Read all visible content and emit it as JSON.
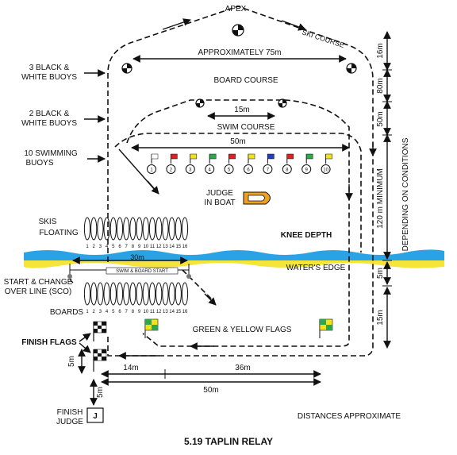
{
  "labels": {
    "apex": "APEX",
    "ski_course": "SKI COURSE",
    "approx_75m": "APPROXIMATELY 75m",
    "board_course": "BOARD COURSE",
    "m15_board": "15m",
    "swim_course": "SWIM COURSE",
    "m50_swim": "50m",
    "judge_boat_1": "JUDGE",
    "judge_boat_2": "IN BOAT",
    "knee_depth": "KNEE DEPTH",
    "waters_edge": "WATER'S EDGE",
    "m30": "30m",
    "swim_board_start": "SWIM & BOARD START",
    "green_yellow_flags": "GREEN & YELLOW FLAGS",
    "m14": "14m",
    "m36": "36m",
    "m50_bottom": "50m",
    "m5_finish": "5m",
    "m5_judge": "5m",
    "finish_judge_1": "FINISH",
    "finish_judge_2": "JUDGE",
    "judge_letter": "J",
    "distances_approx": "DISTANCES APPROXIMATE",
    "caption": "5.19 TAPLIN RELAY",
    "depending": "DEPENDING ON CONDITIONS",
    "right_16m": "16m",
    "right_80m": "80m",
    "right_50m": "50m",
    "right_120m": "120 m MINIMUM",
    "right_5m": "5m",
    "right_15m": "15m"
  },
  "left_labels": {
    "black_white_3_1": "3 BLACK &",
    "black_white_3_2": "WHITE BUOYS",
    "black_white_2_1": "2 BLACK &",
    "black_white_2_2": "WHITE BUOYS",
    "swim_buoys_1": "10 SWIMMING",
    "swim_buoys_2": "BUOYS",
    "skis_1": "SKIS",
    "skis_2": "FLOATING",
    "sco_1": "START & CHANGE",
    "sco_2": "OVER LINE (SCO)",
    "boards": "BOARDS",
    "finish_flags": "FINISH FLAGS"
  },
  "swim_buoys": [
    {
      "number": "1",
      "flag_color": "#ffffff"
    },
    {
      "number": "2",
      "flag_color": "#e02020"
    },
    {
      "number": "3",
      "flag_color": "#f2e21a"
    },
    {
      "number": "4",
      "flag_color": "#2aa84a"
    },
    {
      "number": "5",
      "flag_color": "#e02020"
    },
    {
      "number": "6",
      "flag_color": "#f2e21a"
    },
    {
      "number": "7",
      "flag_color": "#1f3fc0"
    },
    {
      "number": "8",
      "flag_color": "#e02020"
    },
    {
      "number": "9",
      "flag_color": "#2aa84a"
    },
    {
      "number": "10",
      "flag_color": "#f2e21a"
    }
  ],
  "ski_numbers": [
    "1",
    "2",
    "3",
    "4",
    "5",
    "6",
    "7",
    "8",
    "9",
    "10",
    "11",
    "12",
    "13",
    "14",
    "15",
    "16"
  ],
  "board_numbers": [
    "1",
    "2",
    "3",
    "4",
    "5",
    "6",
    "7",
    "8",
    "9",
    "10",
    "11",
    "12",
    "13",
    "14",
    "15",
    "16"
  ],
  "colors": {
    "water": "#2aa3e6",
    "sand": "#f5e43a",
    "boat": "#f0a020",
    "flag_green": "#2aa84a",
    "flag_yellow": "#f2e21a"
  }
}
